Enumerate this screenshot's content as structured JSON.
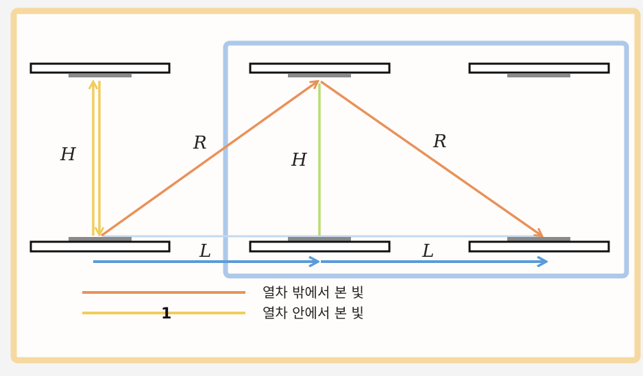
{
  "labels": {
    "h_left": "H",
    "r_left": "R",
    "h_center": "H",
    "r_right": "R",
    "l_left": "L",
    "l_right": "L"
  },
  "legend": {
    "outside_label": "열차 밖에서 본 빛",
    "inside_label": "열차 안에서 본 빛",
    "handwritten_mark": "1"
  },
  "colors": {
    "frame_outer": "#f6d9a0",
    "frame_inner": "#fffdfb",
    "highlight_box": "#adc8e9",
    "outside_light": "#e8925a",
    "inside_light": "#f0cd5c",
    "vertical_center": "#b9dc72",
    "train_motion": "#5b9bd8",
    "mirror_fill": "#ffffff",
    "mirror_stroke": "#111111",
    "mirror_shadow": "#8a8a8a"
  }
}
